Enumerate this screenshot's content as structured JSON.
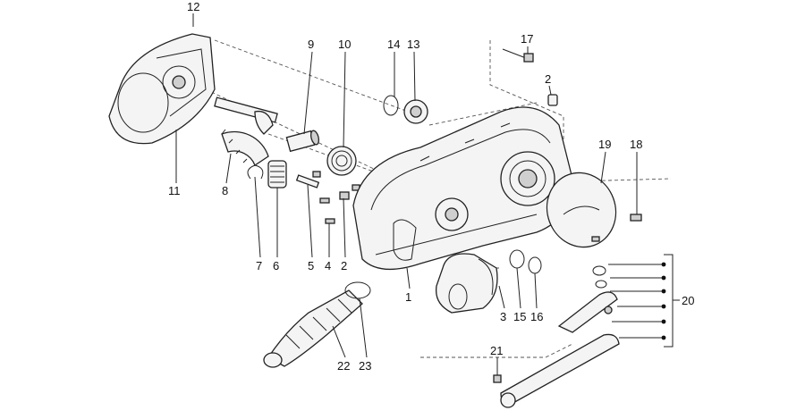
{
  "diagram": {
    "callouts": [
      "12",
      "9",
      "10",
      "14",
      "13",
      "17",
      "2",
      "11",
      "8",
      "7",
      "6",
      "5",
      "4",
      "2",
      "1",
      "19",
      "18",
      "3",
      "15",
      "16",
      "20",
      "21",
      "22",
      "23"
    ]
  }
}
